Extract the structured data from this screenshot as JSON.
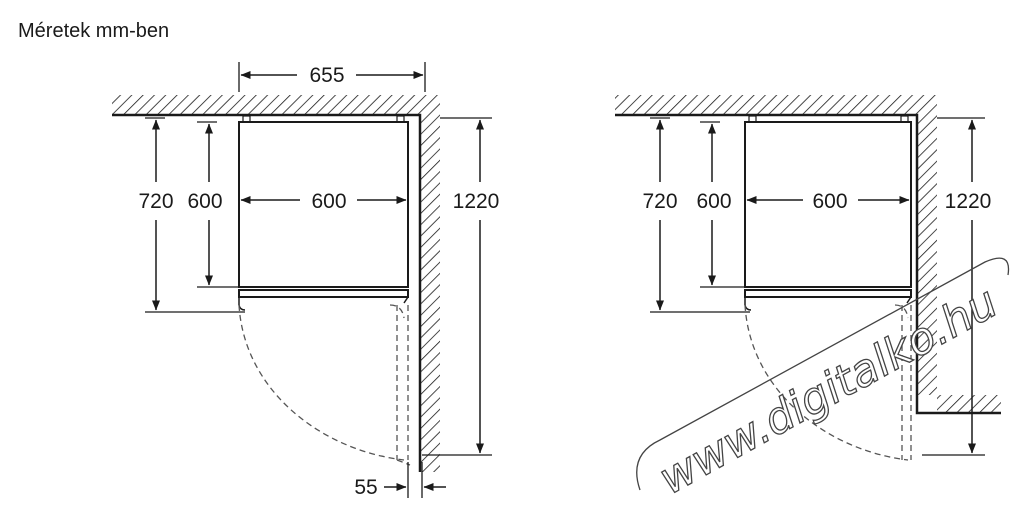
{
  "title": "Méretek mm-ben",
  "left": {
    "width_total": "655",
    "height_door": "720",
    "height_unit": "600",
    "width_unit": "600",
    "height_wall": "1220",
    "gap": "55"
  },
  "right": {
    "height_door": "720",
    "height_unit": "600",
    "width_unit": "600",
    "height_wall": "1220"
  },
  "watermark": "www.digitalko.hu"
}
